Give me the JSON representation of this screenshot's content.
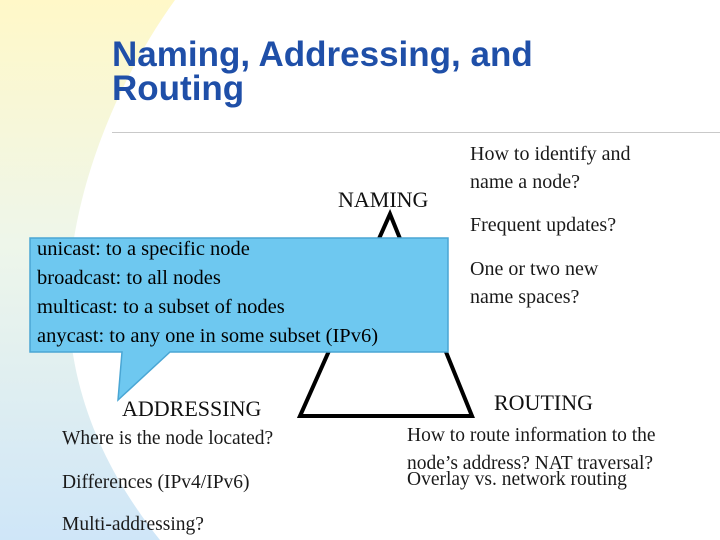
{
  "title": "Naming, Addressing, and Routing",
  "nodes": {
    "naming": "NAMING",
    "addressing": "ADDRESSING",
    "routing": "ROUTING"
  },
  "naming_notes": {
    "identify_line1": "How to identify and",
    "identify_line2": "name a node?",
    "updates": "Frequent updates?",
    "namespaces_line1": "One or two new",
    "namespaces_line2": "name spaces?"
  },
  "addressing_notes": {
    "located": "Where is the node located?",
    "differences": "Differences (IPv4/IPv6)",
    "multi": "Multi-addressing?"
  },
  "routing_notes": {
    "route_line1": "How to route information to the",
    "route_line2": "node’s address? NAT traversal?",
    "overlay": "Overlay vs. network routing"
  },
  "callout": {
    "unicast": "unicast: to a specific node",
    "broadcast": "broadcast: to all nodes",
    "multicast": "multicast: to a subset of nodes",
    "anycast": "anycast: to any one in some subset (IPv6)"
  },
  "colors": {
    "title": "#1f4fa8",
    "callout_fill": "#6ec8f0",
    "callout_border": "#4aa6d4",
    "decor_yellow": "#fff8c8",
    "decor_blue": "#d8ecfa"
  }
}
